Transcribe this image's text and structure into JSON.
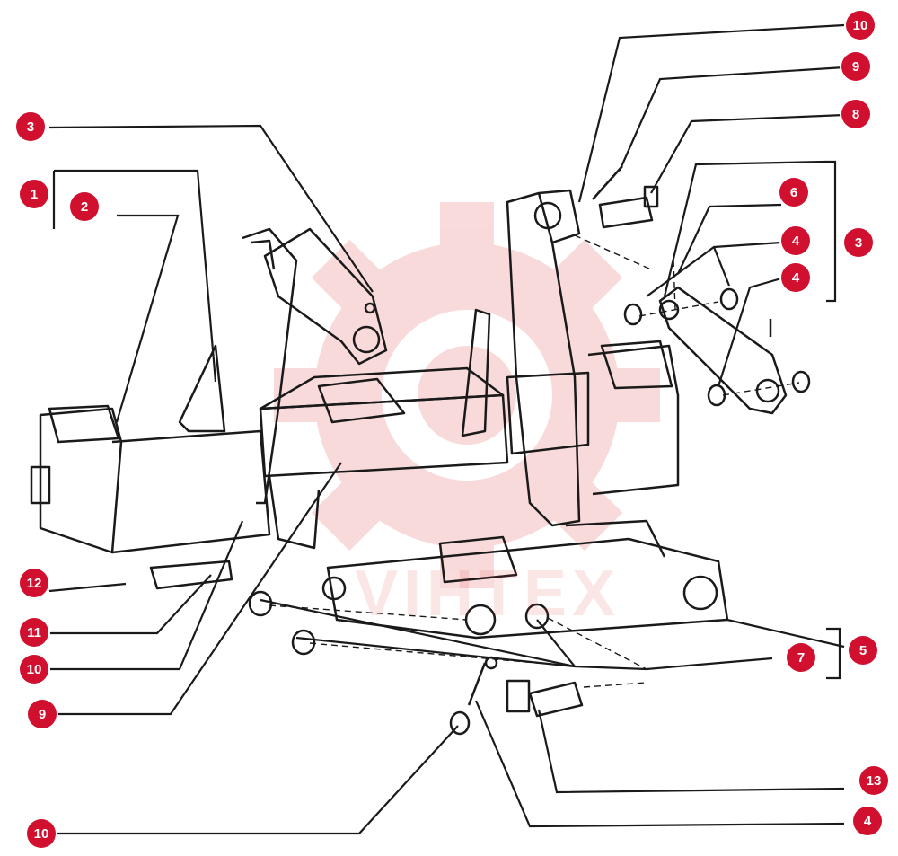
{
  "colors": {
    "callout": "#d0102e",
    "line": "#1a1a1a",
    "watermark": "#e03a3a"
  },
  "watermark": {
    "text": "VIHTEX",
    "icon": "gear-logo-icon"
  },
  "callouts": {
    "c1": "1",
    "c2": "2",
    "c3_left": "3",
    "c3_right": "3",
    "c4_a": "4",
    "c4_b": "4",
    "c4_bottom": "4",
    "c5": "5",
    "c6": "6",
    "c7": "7",
    "c8": "8",
    "c9_top": "9",
    "c9_left": "9",
    "c10_top": "10",
    "c10_left": "10",
    "c10_bottom": "10",
    "c11": "11",
    "c12": "12",
    "c13": "13"
  }
}
